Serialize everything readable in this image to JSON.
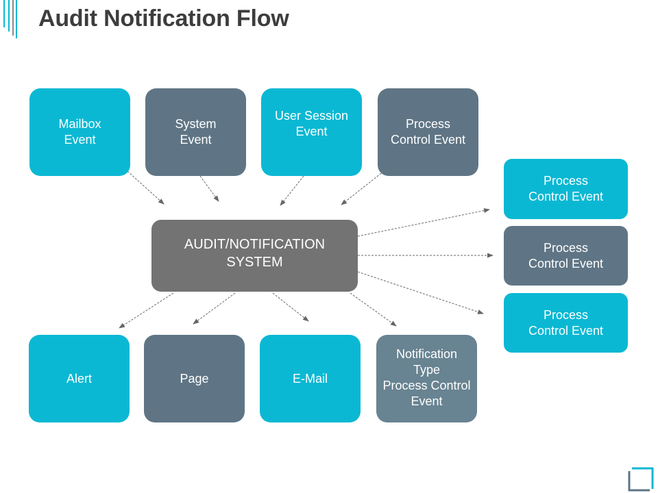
{
  "title": "Audit Notification Flow",
  "colors": {
    "teal": "#0bb8d3",
    "slate": "#5f7585",
    "slate_light": "#688391",
    "center_gray": "#737373",
    "connector": "#666666",
    "accent": "#0bb8d3"
  },
  "events": [
    {
      "label": "Mailbox\nEvent",
      "color": "teal"
    },
    {
      "label": "System\nEvent",
      "color": "slate"
    },
    {
      "label": "User Session\nEvent",
      "color": "teal"
    },
    {
      "label": "Process\nControl Event",
      "color": "slate"
    }
  ],
  "system": {
    "label": "AUDIT/NOTIFICATION\nSYSTEM"
  },
  "outputs": [
    {
      "label": "Process\nControl Event",
      "color": "teal"
    },
    {
      "label": "Process\nControl Event",
      "color": "slate"
    },
    {
      "label": "Process\nControl Event",
      "color": "teal"
    }
  ],
  "notifications": [
    {
      "label": "Alert",
      "color": "teal"
    },
    {
      "label": "Page",
      "color": "slate"
    },
    {
      "label": "E-Mail",
      "color": "teal"
    },
    {
      "label": "Notification Type\nProcess Control\nEvent",
      "color": "slate_light"
    }
  ]
}
